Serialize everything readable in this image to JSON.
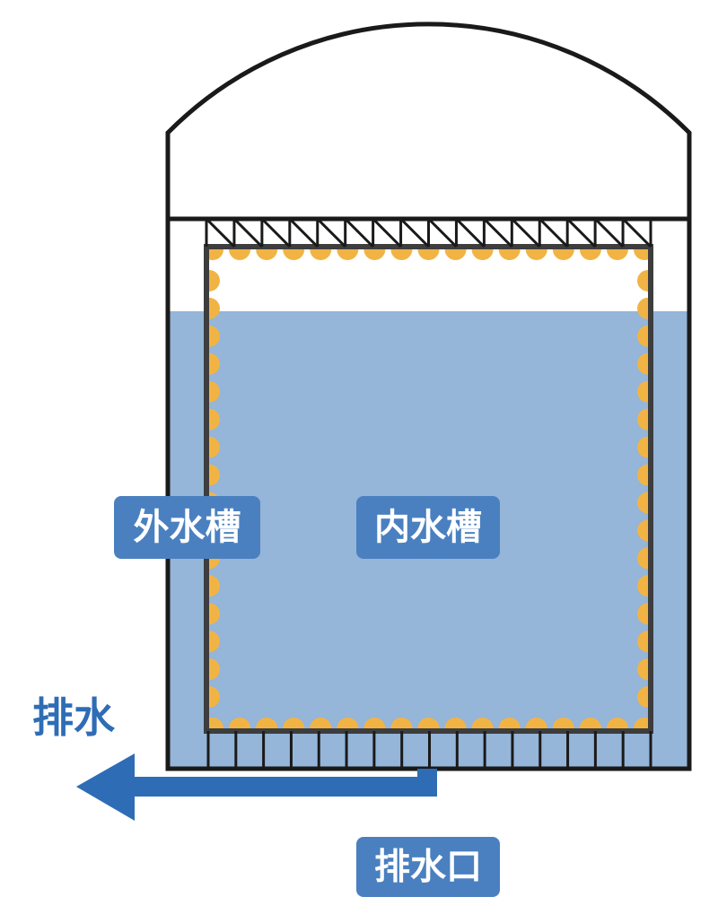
{
  "labels": {
    "outer_tank": "外水槽",
    "inner_tank": "内水槽",
    "drain_outlet": "排水口",
    "drain": "排水"
  },
  "colors": {
    "water": "#95b5d9",
    "label_box": "#4a80c0",
    "drain_arrow": "#2e6db5",
    "balls": "#f1b444",
    "outline": "#1a1a1a",
    "inner_outline": "#3d3d3d"
  }
}
